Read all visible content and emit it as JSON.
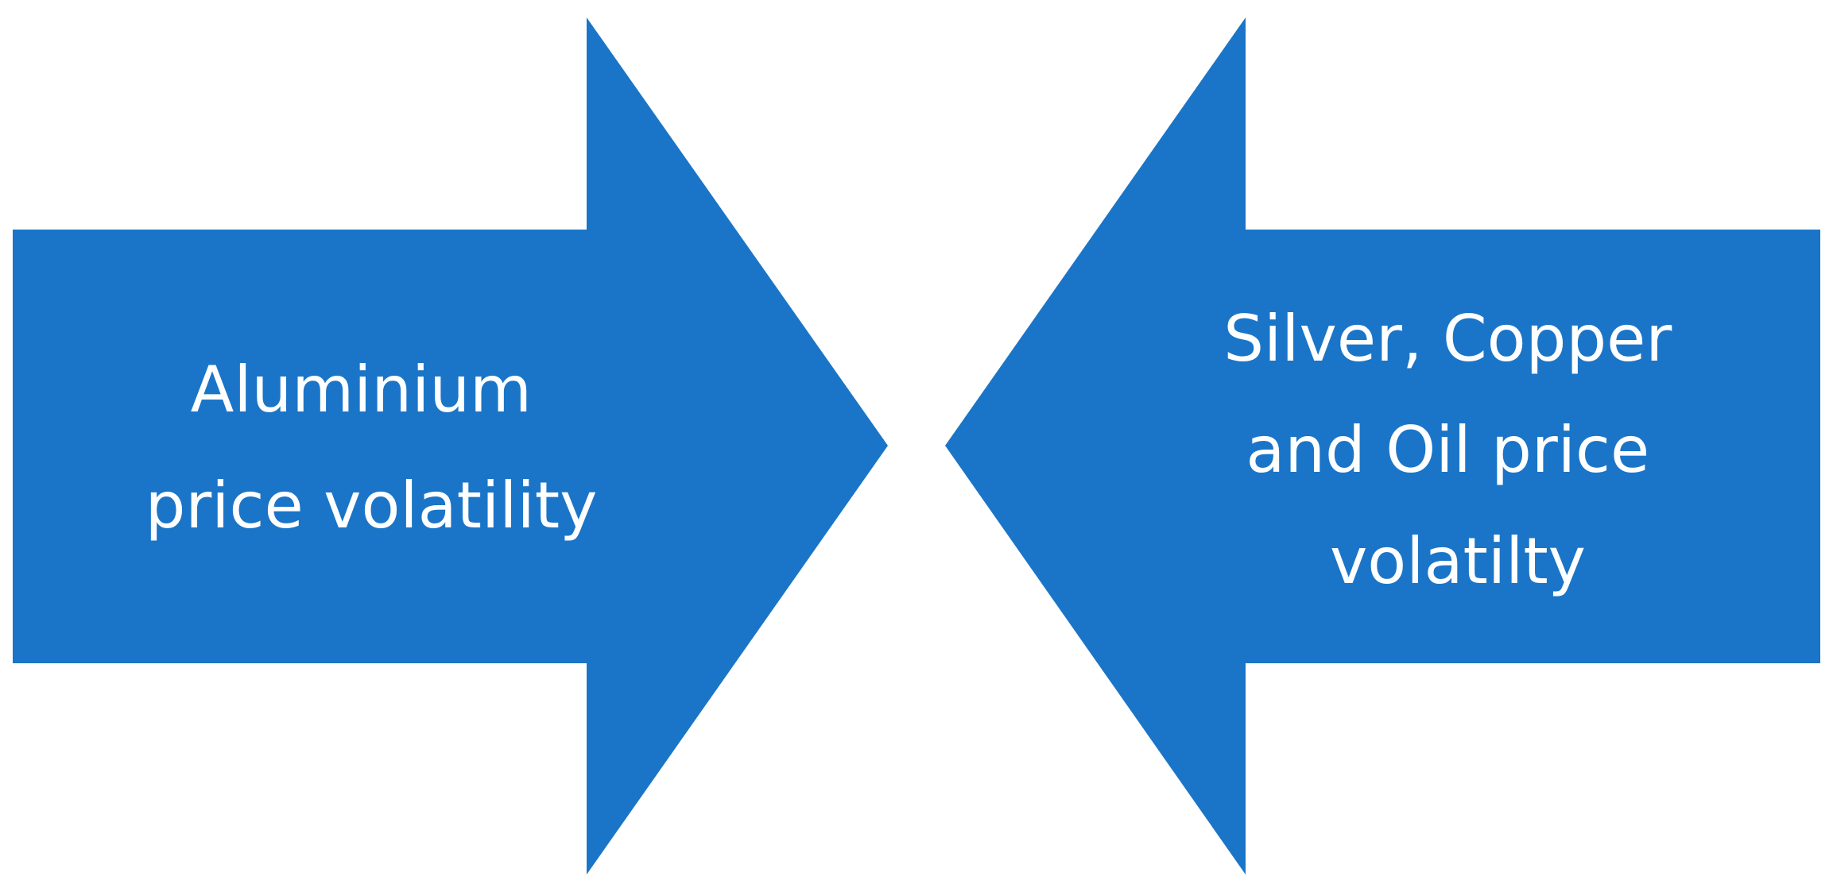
{
  "colors": {
    "background": "#ffffff",
    "arrow_fill": "#1a75c8",
    "label_text": "#ffffff"
  },
  "arrows": [
    {
      "direction": "right",
      "lines": [
        "Aluminium",
        "price volatility"
      ]
    },
    {
      "direction": "left",
      "lines": [
        "Silver, Copper",
        "and Oil price",
        "volatilty"
      ]
    }
  ]
}
